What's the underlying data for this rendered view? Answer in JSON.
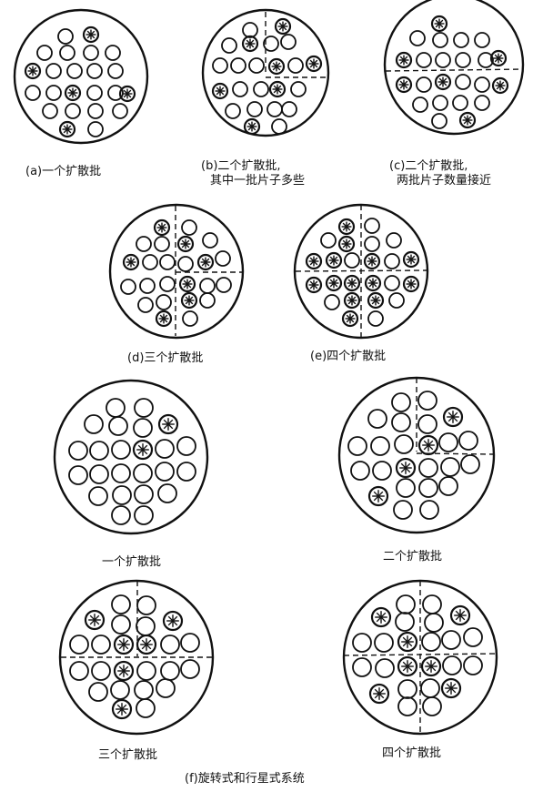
{
  "captions": {
    "a": "(a)一个扩散批",
    "b_line1": "(b)二个扩散批,",
    "b_line2": "其中一批片子多些",
    "c_line1": "(c)二个扩散批,",
    "c_line2": "两批片子数量接近",
    "d": "(d)三个扩散批",
    "e": "(e)四个扩散批",
    "f1": "一个扩散批",
    "f2": "二个扩散批",
    "f3": "三个扩散批",
    "f4": "四个扩散批",
    "f": "(f)旋转式和行星式系统"
  },
  "colors": {
    "ink": "#111111",
    "background": "#ffffff"
  }
}
